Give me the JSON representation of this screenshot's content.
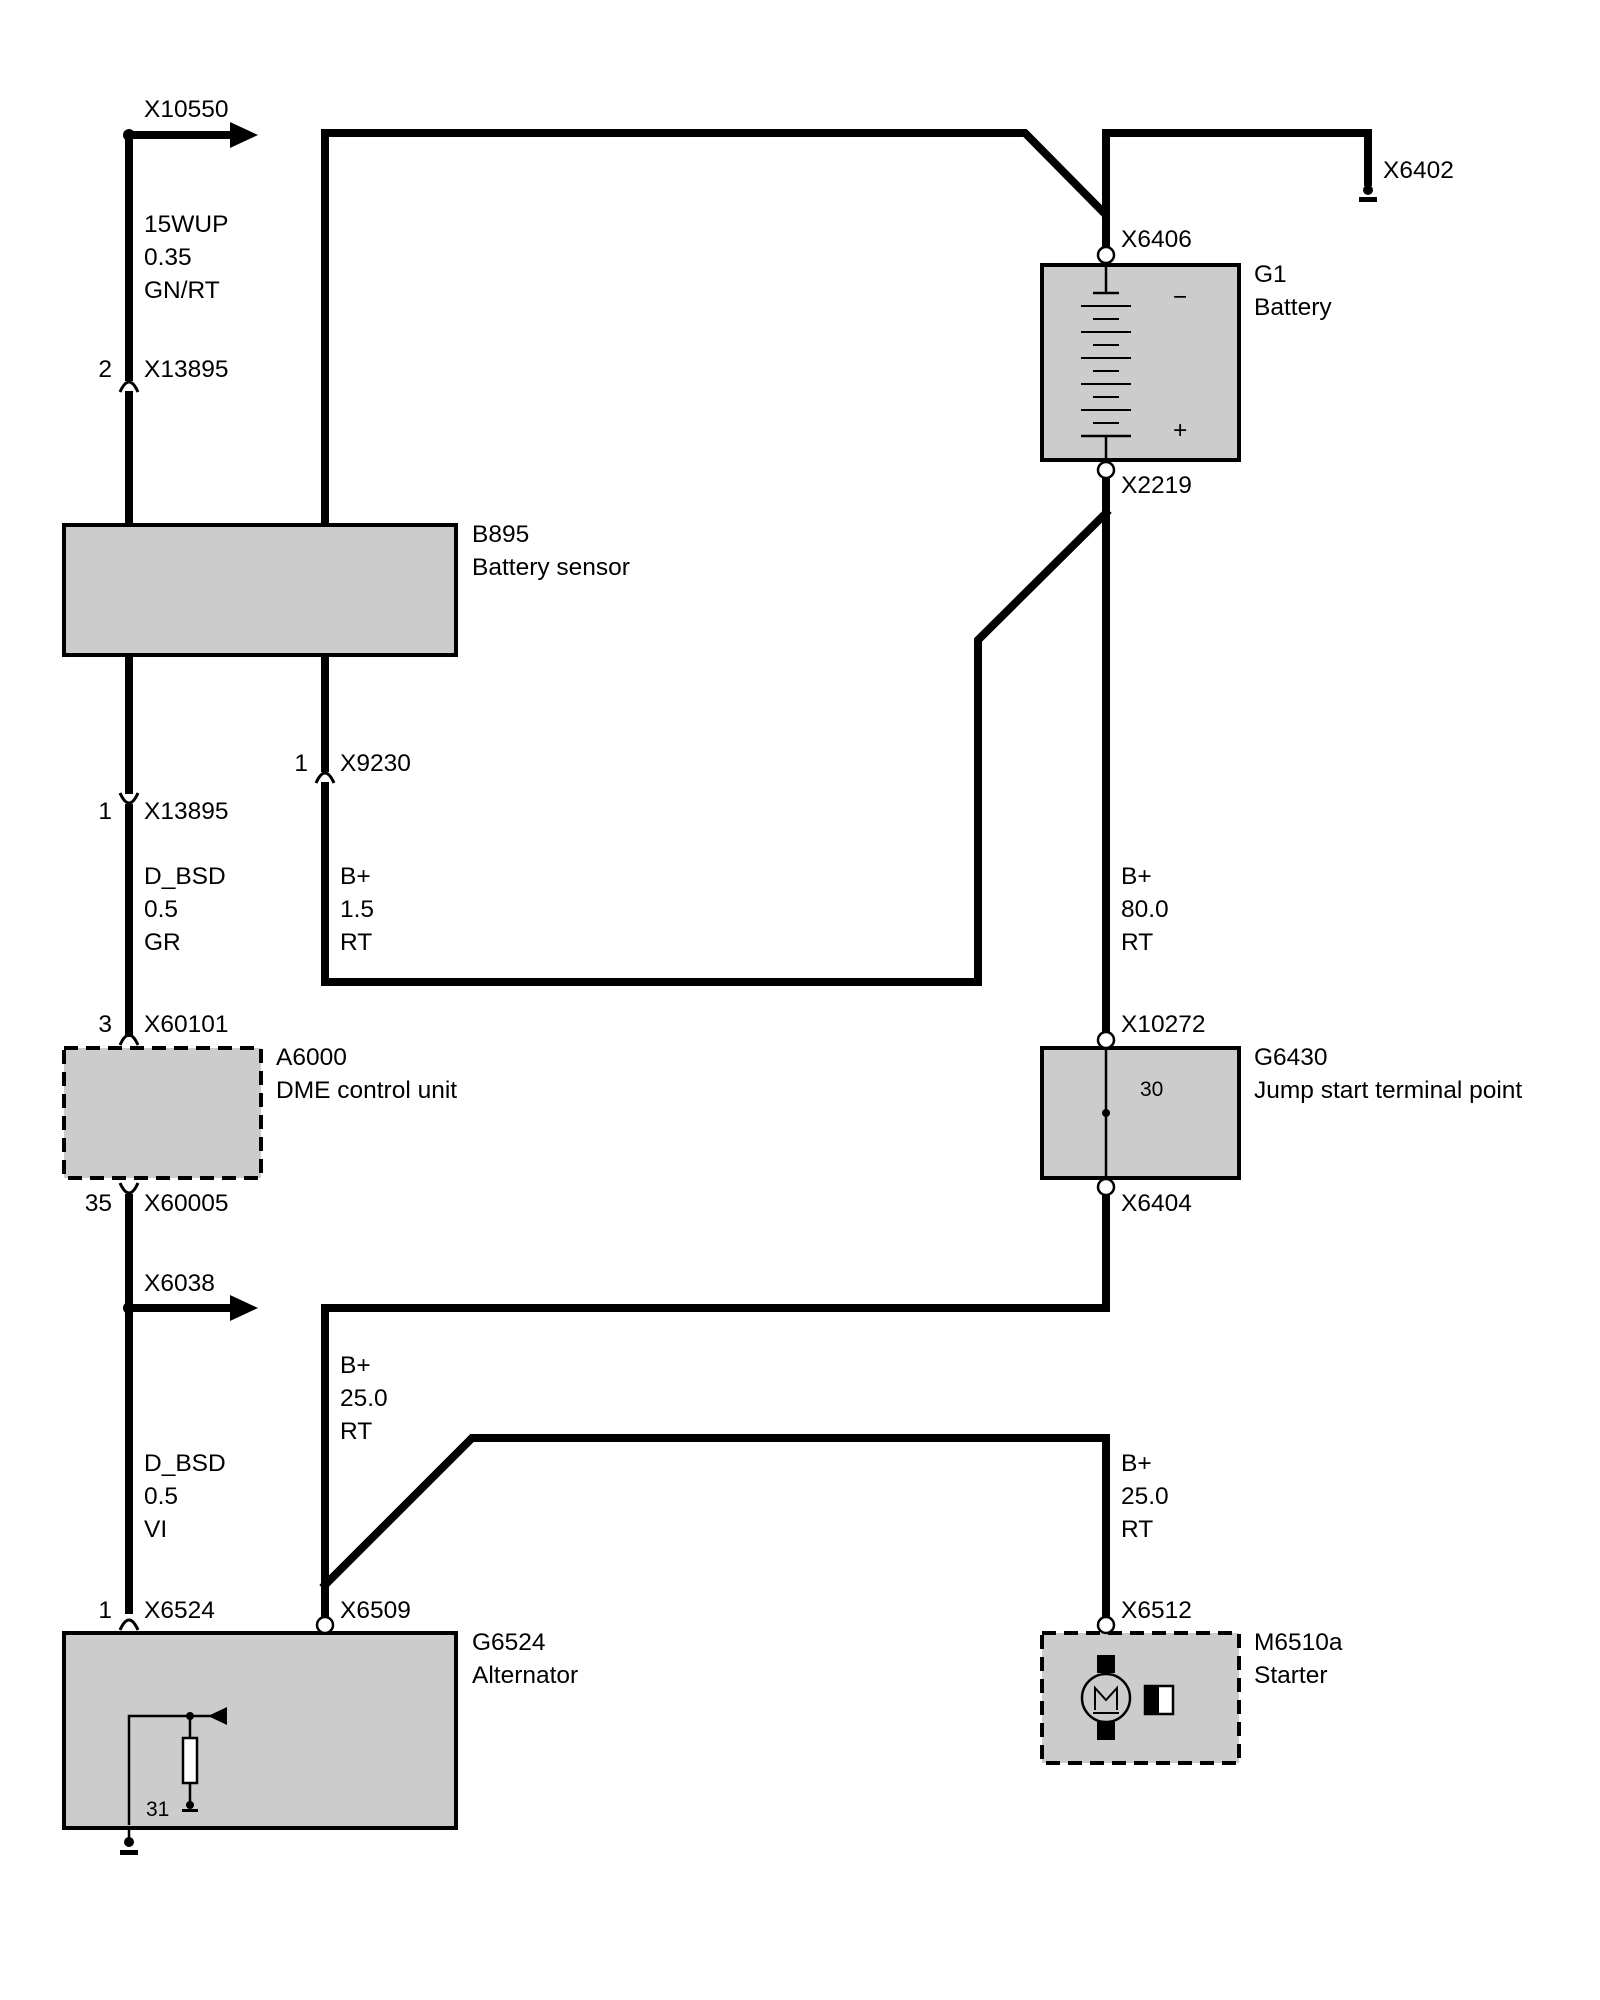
{
  "colors": {
    "wire": "#000000",
    "component_fill": "#cccccc",
    "background": "#ffffff"
  },
  "wire_labels": {
    "w_15wup": [
      "15WUP",
      "0.35",
      "GN/RT"
    ],
    "w_dbsd_gr": [
      "D_BSD",
      "0.5",
      "GR"
    ],
    "w_bplus_15": [
      "B+",
      "1.5",
      "RT"
    ],
    "w_bplus_80": [
      "B+",
      "80.0",
      "RT"
    ],
    "w_bplus_25a": [
      "B+",
      "25.0",
      "RT"
    ],
    "w_dbsd_vi": [
      "D_BSD",
      "0.5",
      "VI"
    ],
    "w_bplus_25b": [
      "B+",
      "25.0",
      "RT"
    ]
  },
  "connectors": {
    "x10550": "X10550",
    "x13895_top": "X13895",
    "x13895_bottom": "X13895",
    "x9230": "X9230",
    "x60101": "X60101",
    "x60005": "X60005",
    "x6038": "X6038",
    "x6524": "X6524",
    "x6509": "X6509",
    "x6406": "X6406",
    "x6402": "X6402",
    "x2219": "X2219",
    "x10272": "X10272",
    "x6404": "X6404",
    "x6512": "X6512"
  },
  "pins": {
    "p_x13895_top": "2",
    "p_x13895_bottom": "1",
    "p_x9230": "1",
    "p_x60101": "3",
    "p_x60005": "35",
    "p_x6524": "1"
  },
  "components": {
    "b895": {
      "id": "B895",
      "name": "Battery sensor"
    },
    "a6000": {
      "id": "A6000",
      "name": "DME control unit"
    },
    "g6524": {
      "id": "G6524",
      "name": "Alternator",
      "terminal": "31"
    },
    "g1": {
      "id": "G1",
      "name": "Battery",
      "minus": "−",
      "plus": "+"
    },
    "g6430": {
      "id": "G6430",
      "name": "Jump start terminal point",
      "terminal": "30"
    },
    "m6510a": {
      "id": "M6510a",
      "name": "Starter"
    }
  }
}
